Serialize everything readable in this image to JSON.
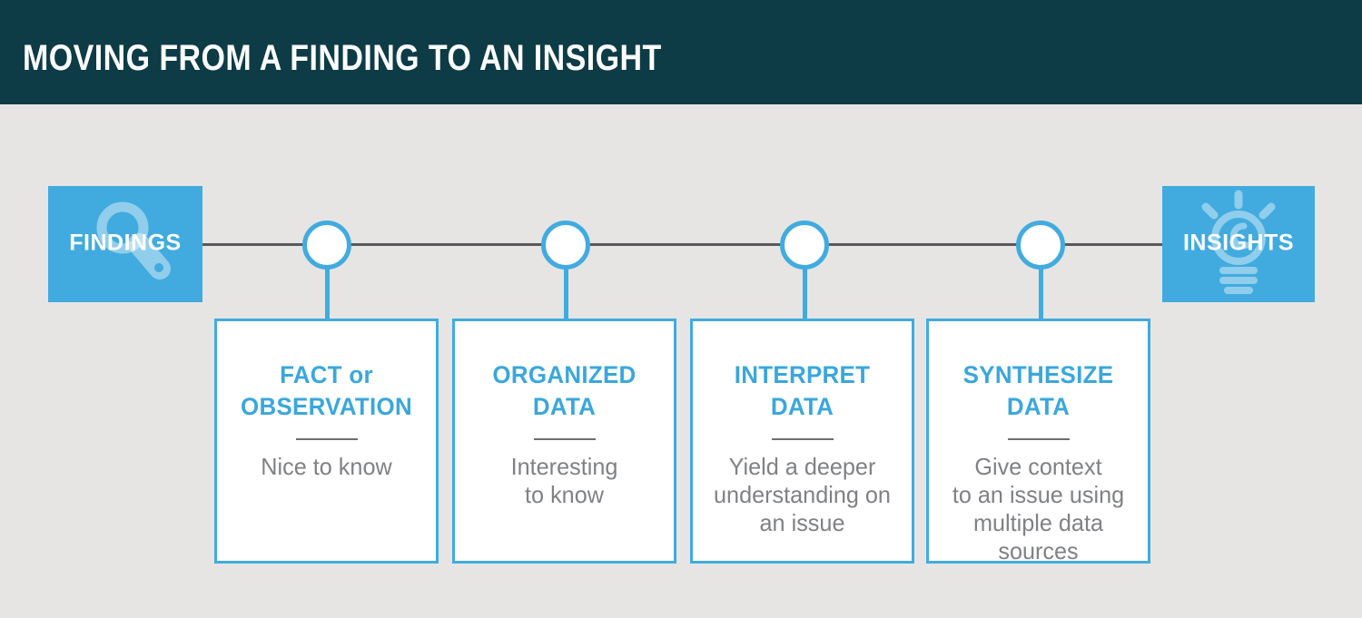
{
  "header": {
    "title": "MOVING FROM A FINDING TO AN INSIGHT"
  },
  "timeline": {
    "start": {
      "label": "FINDINGS",
      "icon": "magnifier-icon"
    },
    "end": {
      "label": "INSIGHTS",
      "icon": "lightbulb-icon"
    },
    "node_count": 4
  },
  "stages": [
    {
      "title": "FACT or\nOBSERVATION",
      "description": "Nice to know"
    },
    {
      "title": "ORGANIZED\nDATA",
      "description": "Interesting\nto know"
    },
    {
      "title": "INTERPRET\nDATA",
      "description": "Yield a deeper\nunderstanding on\nan issue"
    },
    {
      "title": "SYNTHESIZE\nDATA",
      "description": "Give context\nto an issue using\nmultiple data\nsources"
    }
  ],
  "colors": {
    "header_bg": "#0d3c46",
    "background": "#e6e5e3",
    "accent_blue": "#41abdf",
    "title_text_blue": "#3aa7dc",
    "timeline_gray": "#58595b",
    "body_text_gray": "#7f8184",
    "divider_gray": "#6d6e71"
  }
}
